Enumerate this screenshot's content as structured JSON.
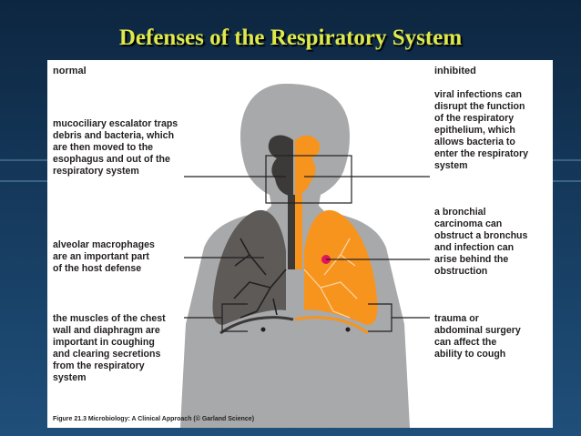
{
  "slide": {
    "title": "Defenses of the Respiratory System"
  },
  "figure": {
    "header_left": "normal",
    "header_right": "inhibited",
    "left_labels": [
      {
        "id": "mucociliary",
        "lines": [
          "mucociliary escalator traps",
          "debris and bacteria, which",
          "are then moved to the",
          "esophagus and out of the",
          "respiratory system"
        ]
      },
      {
        "id": "macrophages",
        "lines": [
          "alveolar macrophages",
          "are an important part",
          "of the host defense"
        ]
      },
      {
        "id": "muscles",
        "lines": [
          "the muscles of the chest",
          "wall and diaphragm are",
          "important in coughing",
          "and clearing secretions",
          "from the respiratory",
          "system"
        ]
      }
    ],
    "right_labels": [
      {
        "id": "viral",
        "lines": [
          "viral infections can",
          "disrupt the function",
          "of the respiratory",
          "epithelium, which",
          "allows bacteria to",
          "enter the respiratory",
          "system"
        ]
      },
      {
        "id": "carcinoma",
        "lines": [
          "a bronchial",
          "carcinoma can",
          "obstruct a bronchus",
          "and infection can",
          "arise behind the",
          "obstruction"
        ]
      },
      {
        "id": "trauma",
        "lines": [
          "trauma or",
          "abdominal surgery",
          "can affect the",
          "ability to cough"
        ]
      }
    ],
    "caption": "Figure 21.3  Microbiology: A Clinical Approach (© Garland Science)",
    "colors": {
      "body": "#a8a9ab",
      "normal_side": "#5d5a58",
      "inhibited_side": "#f7941d",
      "tumor": "#e0155d"
    }
  }
}
